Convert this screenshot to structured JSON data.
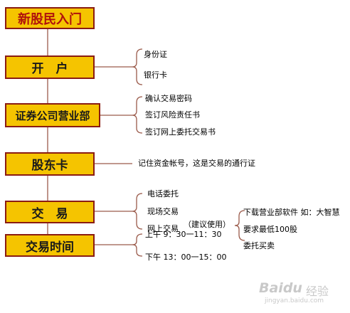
{
  "title": "新股民入门",
  "steps": [
    {
      "label": "开　户",
      "items": [
        "身份证",
        "银行卡"
      ]
    },
    {
      "label": "证券公司营业部",
      "items": [
        "确认交易密码",
        "签订风险责任书",
        "签订网上委托交易书"
      ]
    },
    {
      "label": "股东卡",
      "items": [
        "记住资金帐号，这是交易的通行证"
      ]
    },
    {
      "label": "交　易",
      "items": [
        "电话委托",
        "现场交易",
        "网上交易"
      ],
      "note": "（建议使用）",
      "sub_items": [
        "下载营业部软件 如：大智慧",
        "要求最低100股",
        "委托买卖"
      ]
    },
    {
      "label": "交易时间",
      "items": [
        "上午 9：30一11：30",
        "下午 13：00一15：00"
      ]
    }
  ],
  "watermark": {
    "brand": "Baidu",
    "cn": "经验",
    "url": "jingyan.baidu.com"
  },
  "colors": {
    "box_fill": "#f5c400",
    "box_border": "#8a1c12",
    "title_text": "#b0120c",
    "line": "#9a5a4a"
  }
}
